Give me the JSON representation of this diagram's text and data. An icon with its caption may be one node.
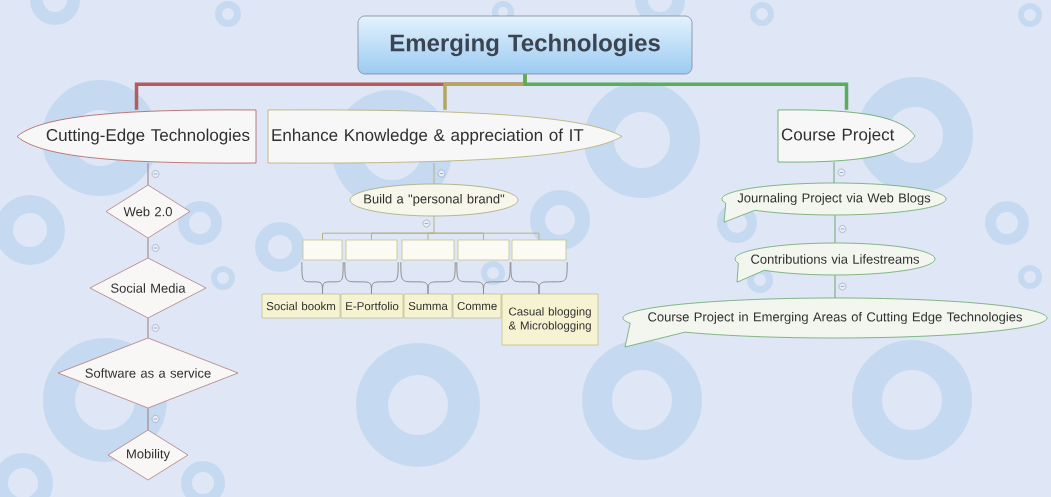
{
  "diagram": {
    "nodes": [
      {
        "text": [
          "Emerging Technologies"
        ]
      },
      {
        "text": [
          "Cutting-Edge Technologies"
        ]
      },
      {
        "text": [
          "Enhance Knowledge & appreciation of IT"
        ]
      },
      {
        "text": [
          "Course Project"
        ]
      },
      {
        "text": [
          "Web 2.0"
        ]
      },
      {
        "text": [
          "Social Media"
        ]
      },
      {
        "text": [
          "Software as a service"
        ]
      },
      {
        "text": [
          "Mobility"
        ]
      },
      {
        "text": [
          "Build a \"personal brand\""
        ]
      },
      {
        "text": [],
        "shape": "box"
      },
      {
        "text": [],
        "shape": "box"
      },
      {
        "text": [],
        "shape": "box"
      },
      {
        "text": [],
        "shape": "box"
      },
      {
        "text": [],
        "shape": "box"
      },
      {
        "text": [
          "Social bookm"
        ]
      },
      {
        "text": [
          "E-Portfolio"
        ]
      },
      {
        "text": [
          "Summa"
        ]
      },
      {
        "text": [
          "Comme"
        ]
      },
      {
        "text": [
          "Casual blogging & Microblogging"
        ]
      },
      {
        "text": [
          "Journaling Project via Web Blogs"
        ]
      },
      {
        "text": [
          "Contributions via Lifestreams"
        ]
      },
      {
        "text": [
          "Course Project in Emerging Areas of Cutting Edge Technologies"
        ]
      }
    ],
    "edges": [
      {
        "from": 0,
        "to": 1,
        "arrow": "none",
        "style": "thick",
        "color": "#b35c5c"
      },
      {
        "from": 0,
        "to": 2,
        "arrow": "none",
        "style": "thick",
        "color": "#b3a65e"
      },
      {
        "from": 0,
        "to": 3,
        "arrow": "none",
        "style": "thick",
        "color": "#5aad5a"
      },
      {
        "from": 1,
        "to": 4,
        "arrow": "none",
        "color": "#9c7878"
      },
      {
        "from": 4,
        "to": 5,
        "arrow": "none",
        "color": "#9c7878"
      },
      {
        "from": 5,
        "to": 6,
        "arrow": "none",
        "color": "#9c7878"
      },
      {
        "from": 6,
        "to": 7,
        "arrow": "none",
        "color": "#9c7878"
      },
      {
        "from": 2,
        "to": 8,
        "arrow": "none"
      },
      {
        "from": 8,
        "to": 9,
        "arrow": "none"
      },
      {
        "from": 8,
        "to": 10,
        "arrow": "none"
      },
      {
        "from": 8,
        "to": 11,
        "arrow": "none"
      },
      {
        "from": 8,
        "to": 12,
        "arrow": "none"
      },
      {
        "from": 8,
        "to": 13,
        "arrow": "none"
      },
      {
        "from": 9,
        "to": 14,
        "arrow": "none",
        "color": "#8c8c8c"
      },
      {
        "from": 10,
        "to": 15,
        "arrow": "none",
        "color": "#8c8c8c"
      },
      {
        "from": 11,
        "to": 16,
        "arrow": "none",
        "color": "#8c8c8c"
      },
      {
        "from": 12,
        "to": 17,
        "arrow": "none",
        "color": "#8c8c8c"
      },
      {
        "from": 13,
        "to": 18,
        "arrow": "none",
        "color": "#8c8c8c"
      },
      {
        "from": 3,
        "to": 19,
        "arrow": "none",
        "color": "#6aa86a"
      },
      {
        "from": 19,
        "to": 20,
        "arrow": "none",
        "color": "#6aa86a"
      },
      {
        "from": 20,
        "to": 21,
        "arrow": "none",
        "color": "#6aa86a"
      }
    ]
  }
}
